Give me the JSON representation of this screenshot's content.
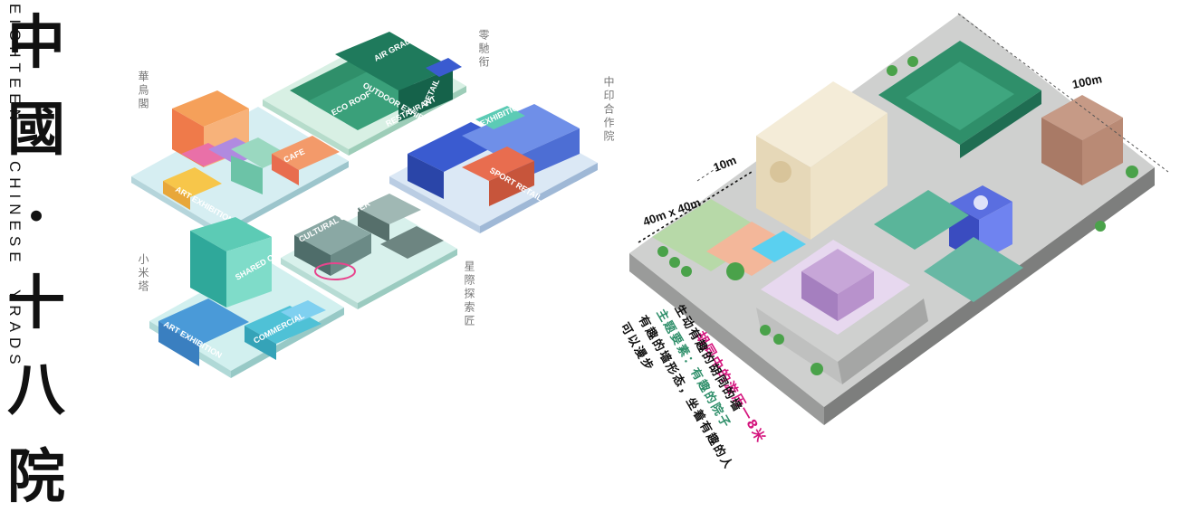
{
  "title": {
    "chars": [
      "中",
      "國",
      "·",
      "十",
      "八",
      "院"
    ],
    "english": [
      "EIGHTEEN",
      "CHINESE",
      "YRADS"
    ]
  },
  "yard_labels": [
    {
      "id": "huaniao",
      "text": "華鳥閣"
    },
    {
      "id": "xiaomi",
      "text": "小米塔"
    },
    {
      "id": "qichi",
      "text": "零馳衔"
    },
    {
      "id": "zhongyin",
      "text": "中印合作院"
    },
    {
      "id": "xingji",
      "text": "星際探索匠"
    }
  ],
  "building_labels": {
    "air_garden": "AIR GRADEN",
    "outdoor_exhibition": "OUTDOOR EXHIBITION",
    "eco_roof": "ECO ROOF",
    "restaurant": "RESTAURANT",
    "retail": "RETAIL",
    "art_exhibition_top": "ART EXHIBITION",
    "cafe": "CAFE",
    "shared_office": "SHARED OFFICE",
    "art_exhibition_bottom": "ART EXHIBITION",
    "commercial": "COMMERCIAL",
    "cultural_center": "CULTURAL CENTER",
    "exhibition": "EXHIBITION",
    "sport_retail": "SPORT RETAIL"
  },
  "dimensions": {
    "d100": "100m",
    "d10": "10m",
    "d40": "40m x 40m"
  },
  "slogans": {
    "magenta": "胡同中的游历一8米",
    "line1": "生动有趣的胡同的墙",
    "line2": "主题要素：有趣的院子",
    "line3": "有趣的墙形态，坐着有趣的人",
    "line4": "可以漫步"
  },
  "colors": {
    "green": "#2f8f6a",
    "teal": "#5ccbb5",
    "magenta": "#d4147d",
    "blue": "#3a5bd0"
  }
}
